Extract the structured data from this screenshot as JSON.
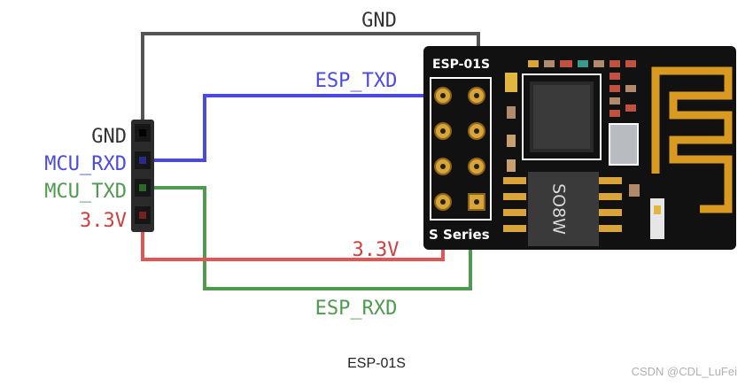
{
  "labels": {
    "gnd_top": "GND",
    "esp_txd": "ESP_TXD",
    "esp_rxd": "ESP_RXD",
    "v33_mid": "3.3V",
    "mcu_gnd": "GND",
    "mcu_rxd": "MCU_RXD",
    "mcu_txd": "MCU_TXD",
    "mcu_33v": "3.3V"
  },
  "board": {
    "model": "ESP-01S",
    "series": "S Series",
    "chip_marking": "SO8W"
  },
  "caption": "ESP-01S",
  "watermark": "CSDN @CDL_LuFei",
  "colors": {
    "gnd": "#555555",
    "txd": "#4a4ae0",
    "rxd": "#4e9a4e",
    "vcc": "#e05555",
    "board": "#111111",
    "gold": "#e0a830"
  }
}
